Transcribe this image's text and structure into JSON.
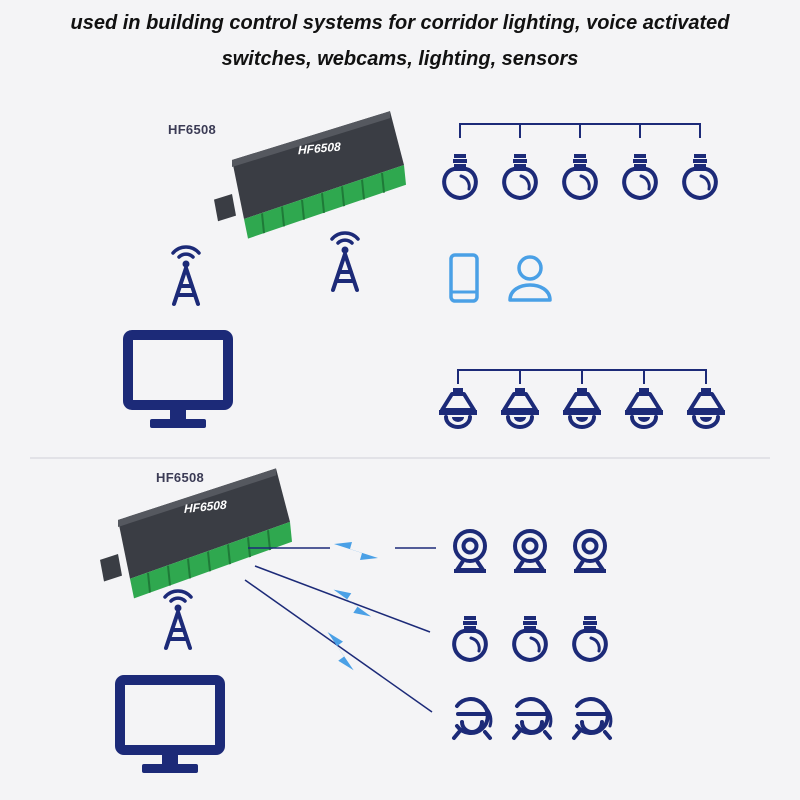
{
  "headline": {
    "line1": "used in building control systems for corridor lighting, voice activated",
    "line2": "switches, webcams, lighting, sensors"
  },
  "device": {
    "label_top": "HF6508",
    "label_bottom": "HF6508",
    "face_text": "HF6508"
  },
  "colors": {
    "navy": "#1c2a78",
    "light_blue": "#4aa0e6",
    "device_body": "#3a3d44",
    "terminal_green": "#2fa84f"
  },
  "icons": {
    "top_section": [
      "bulb-icon",
      "bulb-icon",
      "bulb-icon",
      "bulb-icon",
      "bulb-icon",
      "antenna-tower-icon",
      "antenna-tower-icon",
      "smartphone-icon",
      "user-icon",
      "monitor-icon",
      "ceiling-lamp-icon",
      "ceiling-lamp-icon",
      "ceiling-lamp-icon",
      "ceiling-lamp-icon",
      "ceiling-lamp-icon"
    ],
    "bottom_section": [
      "webcam-icon",
      "webcam-icon",
      "webcam-icon",
      "bulb-icon",
      "bulb-icon",
      "bulb-icon",
      "alarm-bell-icon",
      "alarm-bell-icon",
      "alarm-bell-icon",
      "antenna-tower-icon",
      "monitor-icon",
      "wireless-signal-icon"
    ]
  }
}
